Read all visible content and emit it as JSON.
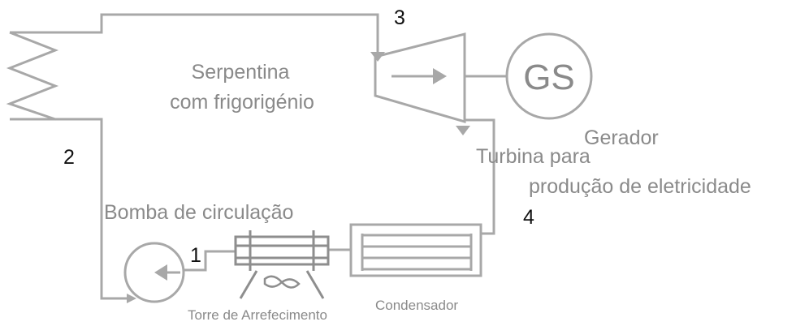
{
  "labels": {
    "coil": [
      "Serpentina",
      "com frigorigénio"
    ],
    "generator_symbol": "GS",
    "generator": "Gerador",
    "turbine": [
      "Turbina para",
      "produção de eletricidade"
    ],
    "pump": "Bomba de circulação",
    "cooling_tower": "Torre de Arrefecimento",
    "condenser": "Condensador"
  },
  "state_points": [
    "1",
    "2",
    "3",
    "4"
  ],
  "colors": {
    "pipe": "#a8a8a8",
    "pipe_dark": "#8c8c8c",
    "tower": "#8e8e8e",
    "label_gray": "#8a8a8a",
    "label_dark": "#111111"
  }
}
